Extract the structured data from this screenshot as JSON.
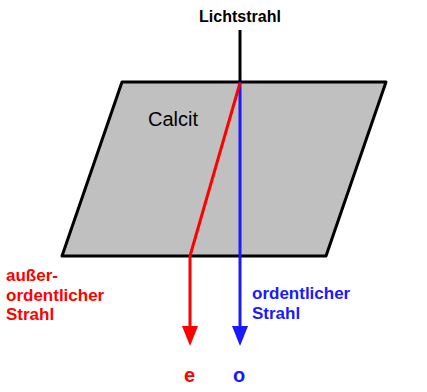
{
  "diagram": {
    "nodes": [
      {
        "text": [
          "Calcit"
        ]
      }
    ],
    "labels": [
      "Lichtstrahl",
      "außer- ordentlicher Strahl",
      "ordentlicher Strahl",
      "e",
      "o"
    ]
  }
}
